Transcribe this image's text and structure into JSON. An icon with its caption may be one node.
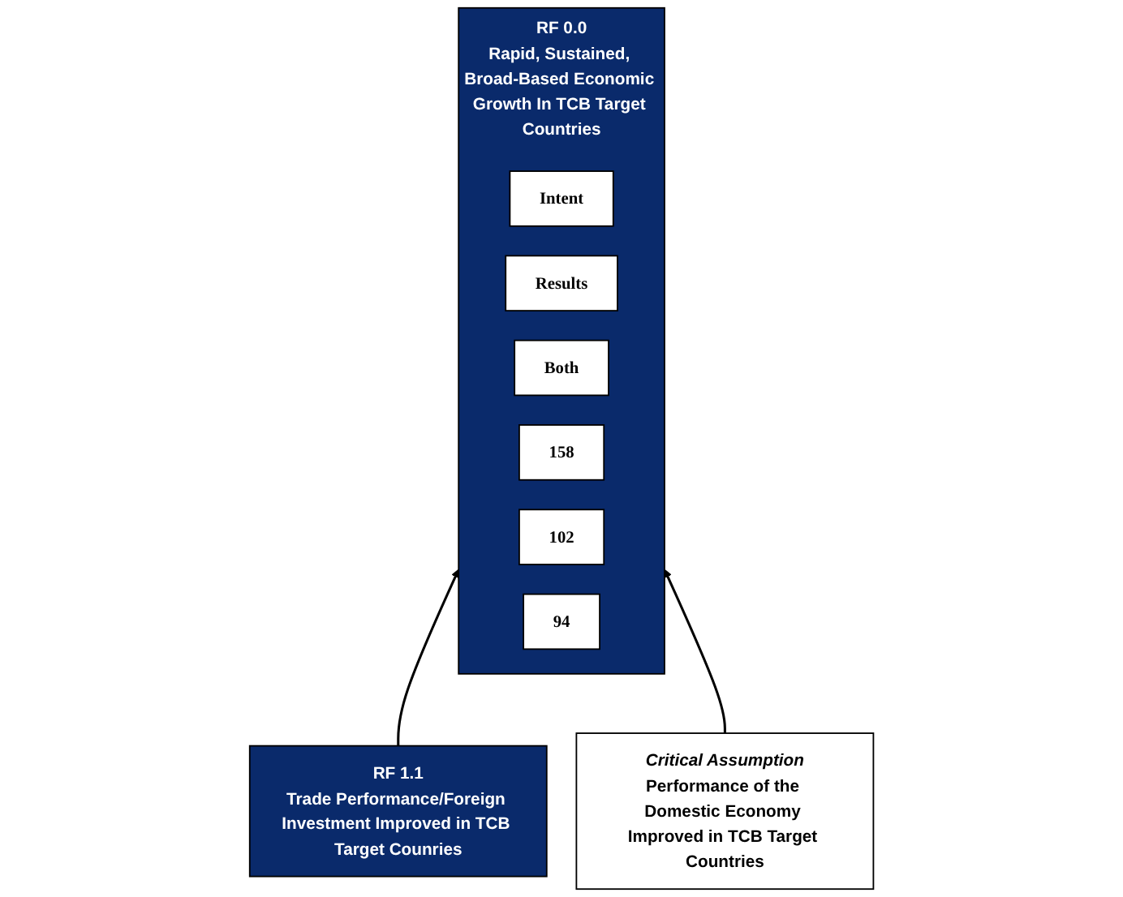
{
  "diagram": {
    "nodes": [
      {
        "text": [
          "RF 0.0",
          "Rapid, Sustained, Broad-Based Economic Growth In TCB Target Countries"
        ]
      },
      {
        "text": [
          "Intent"
        ],
        "in": 0
      },
      {
        "text": [
          "Results"
        ],
        "in": 0
      },
      {
        "text": [
          "Both"
        ],
        "in": 0
      },
      {
        "text": [
          "158"
        ],
        "in": 0
      },
      {
        "text": [
          "102"
        ],
        "in": 0
      },
      {
        "text": [
          "94"
        ],
        "in": 0
      },
      {
        "text": [
          "RF 1.1",
          "Trade Performance/Foreign Investment Improved in TCB Target Counries"
        ]
      },
      {
        "text": [
          "Critical Assumption",
          "Performance of the Domestic Economy Improved in TCB Target Countries"
        ]
      }
    ],
    "edges": [
      {
        "from": 7,
        "to": 0,
        "arrow": "to"
      },
      {
        "from": 8,
        "to": 0,
        "arrow": "to"
      }
    ]
  }
}
